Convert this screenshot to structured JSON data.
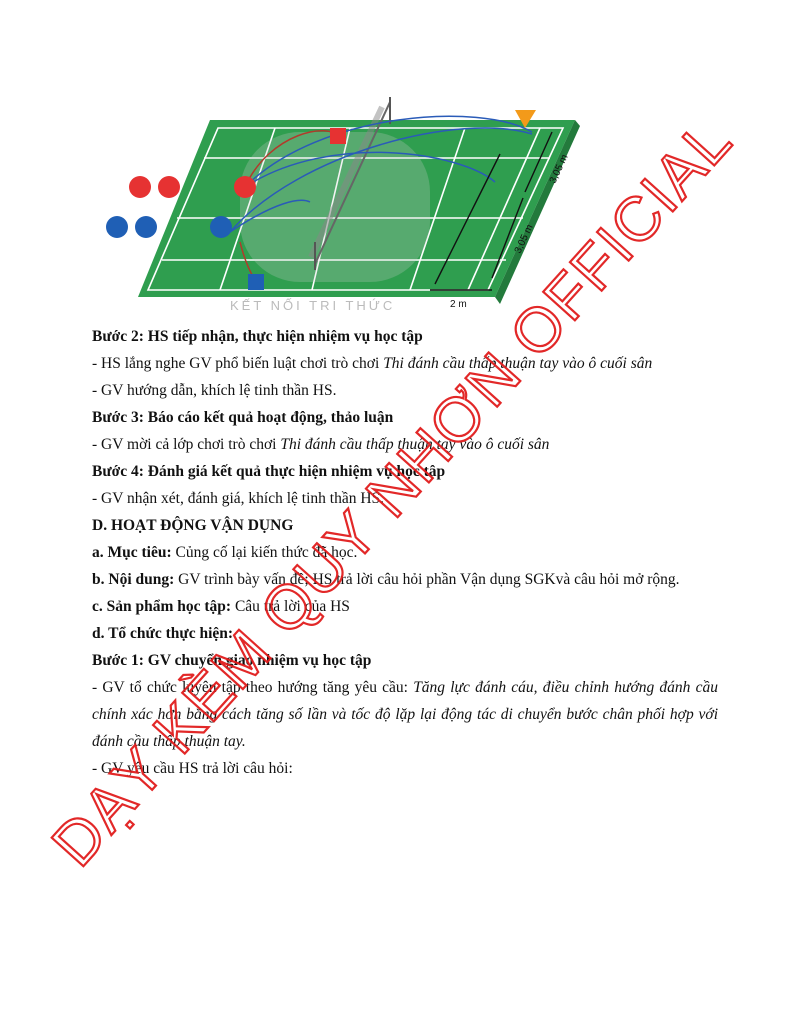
{
  "figure": {
    "dim_1": "3,05 m",
    "dim_2": "3,05 m",
    "dim_3": "2 m",
    "faint_logo_text": "KẾT NỐI TRI THỨC"
  },
  "watermark": {
    "text": "DẠY KÈM QUY NHƠN OFFICIAL",
    "color": "#e11d1d"
  },
  "content": {
    "l1_bold": "Bước 2: HS tiếp nhận, thực hiện nhiệm vụ học tập",
    "l2_pre": "- HS lắng nghe GV phổ biến luật chơi trò chơi ",
    "l2_italic": "Thi đánh cầu thấp thuận tay vào ô cuối sân",
    "l3": "- GV hướng dẫn, khích lệ tinh thần HS.",
    "l4_bold": "Bước 3: Báo cáo kết quả hoạt động, thảo luận",
    "l5_pre": "- GV mời cả lớp chơi trò chơi ",
    "l5_italic": "Thi đánh cầu thấp thuận tay vào ô cuối sân",
    "l6_bold": "Bước 4: Đánh giá kết quả thực hiện nhiệm vụ học tập",
    "l7": "- GV nhận xét, đánh giá, khích lệ tinh thần HS.",
    "l8_bold": "D. HOẠT ĐỘNG VẬN DỤNG",
    "l9_bold": "a. Mục tiêu:",
    "l9_rest": " Củng cố lại kiến thức đã học.",
    "l10_bold": "b. Nội dung:",
    "l10_rest": " GV trình bày vấn đề; HS trả lời câu hỏi phần Vận dụng SGKvà câu hỏi mở rộng.",
    "l11_bold": "c. Sản phẩm học tập:",
    "l11_rest": " Câu trả lời của HS",
    "l12_bold": "d. Tổ chức thực hiện:",
    "l13_bold": "Bước 1: GV chuyển giao nhiệm vụ học tập",
    "l14_pre": "- GV tổ chức luyện tập theo hướng tăng yêu cầu: ",
    "l14_italic": "Tăng lực đánh cáu, điều chỉnh hướng đánh cầu chính xác hơn bằng cách tăng số lần và tốc độ lặp lại động tác di chuyển bước chân phối hợp với đánh cầu thấp thuận tay.",
    "l15": "- GV yêu cầu HS trả lời câu hỏi:"
  }
}
